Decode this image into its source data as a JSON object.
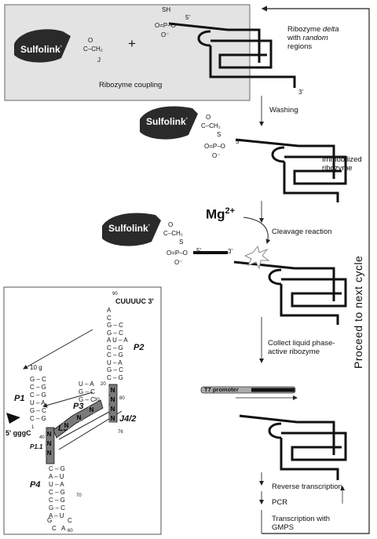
{
  "top": {
    "blob_name": "Sulfolink",
    "blob_sup": "*",
    "chem_top": "SH",
    "chem_p": "O=P–O",
    "chem_o": "O⁻",
    "chem_5": "5'",
    "chem_carbonyl": "O",
    "chem_ch2": "C–CH₂",
    "chem_j": "J",
    "plus": "+",
    "ribozyme_label_1": "Ribozyme ",
    "ribozyme_label_delta": "delta",
    "ribozyme_label_2": "with ",
    "ribozyme_label_random": "random",
    "ribozyme_label_3": "regions",
    "coupling": "Ribozyme coupling",
    "three_prime": "3'"
  },
  "steps": {
    "washing": "Washing",
    "immobilized": "Immobilized ribozyme",
    "cleavage": "Cleavage reaction",
    "collect": "Collect liquid phase-active ribozyme",
    "t7": "T7 promoter",
    "rt": "Reverse transcription",
    "pcr": "PCR",
    "transcription": "Transcription with GMPS"
  },
  "mg": {
    "text": "Mg",
    "sup": "2+"
  },
  "side": "Proceed to next cycle",
  "chem2": {
    "s": "S",
    "o": "O",
    "ch2": "C–CH₂",
    "p": "O=P–O",
    "o_minus": "O⁻",
    "five": "5'",
    "three": "3'"
  },
  "structure": {
    "top_seq": "CUUUUC 3'",
    "n90": "90",
    "five_prime": "5' gggC",
    "labels": {
      "p1": "P1",
      "p11": "P1.1",
      "p2": "P2",
      "p3": "P3",
      "p4": "P4",
      "l3": "L3",
      "j42": "J4/2"
    },
    "nums": {
      "n10": "10",
      "n20": "20",
      "n30": "30",
      "n40": "40",
      "n70": "70",
      "n76": "76",
      "n80": "80",
      "n60": "60",
      "n1": "1"
    },
    "p2_pairs": [
      "A",
      "C",
      "G – C",
      "G – C",
      "A U – A",
      "C – G",
      "C – G",
      "U – A",
      "G – C",
      "C – G"
    ],
    "p1_pairs": [
      "G – C",
      "C – G",
      "C – G",
      "U – A",
      "G – C",
      "C – G"
    ],
    "p3_pairs": [
      "U – A",
      "G – C",
      "G – C"
    ],
    "p4_pairs": [
      "C – G",
      "A – U",
      "U – A",
      "C – G",
      "C – G",
      "G – C",
      "A – U"
    ],
    "loop": [
      "G",
      "C",
      "C",
      "A"
    ],
    "g10": "10 g",
    "n_letter": "N"
  }
}
